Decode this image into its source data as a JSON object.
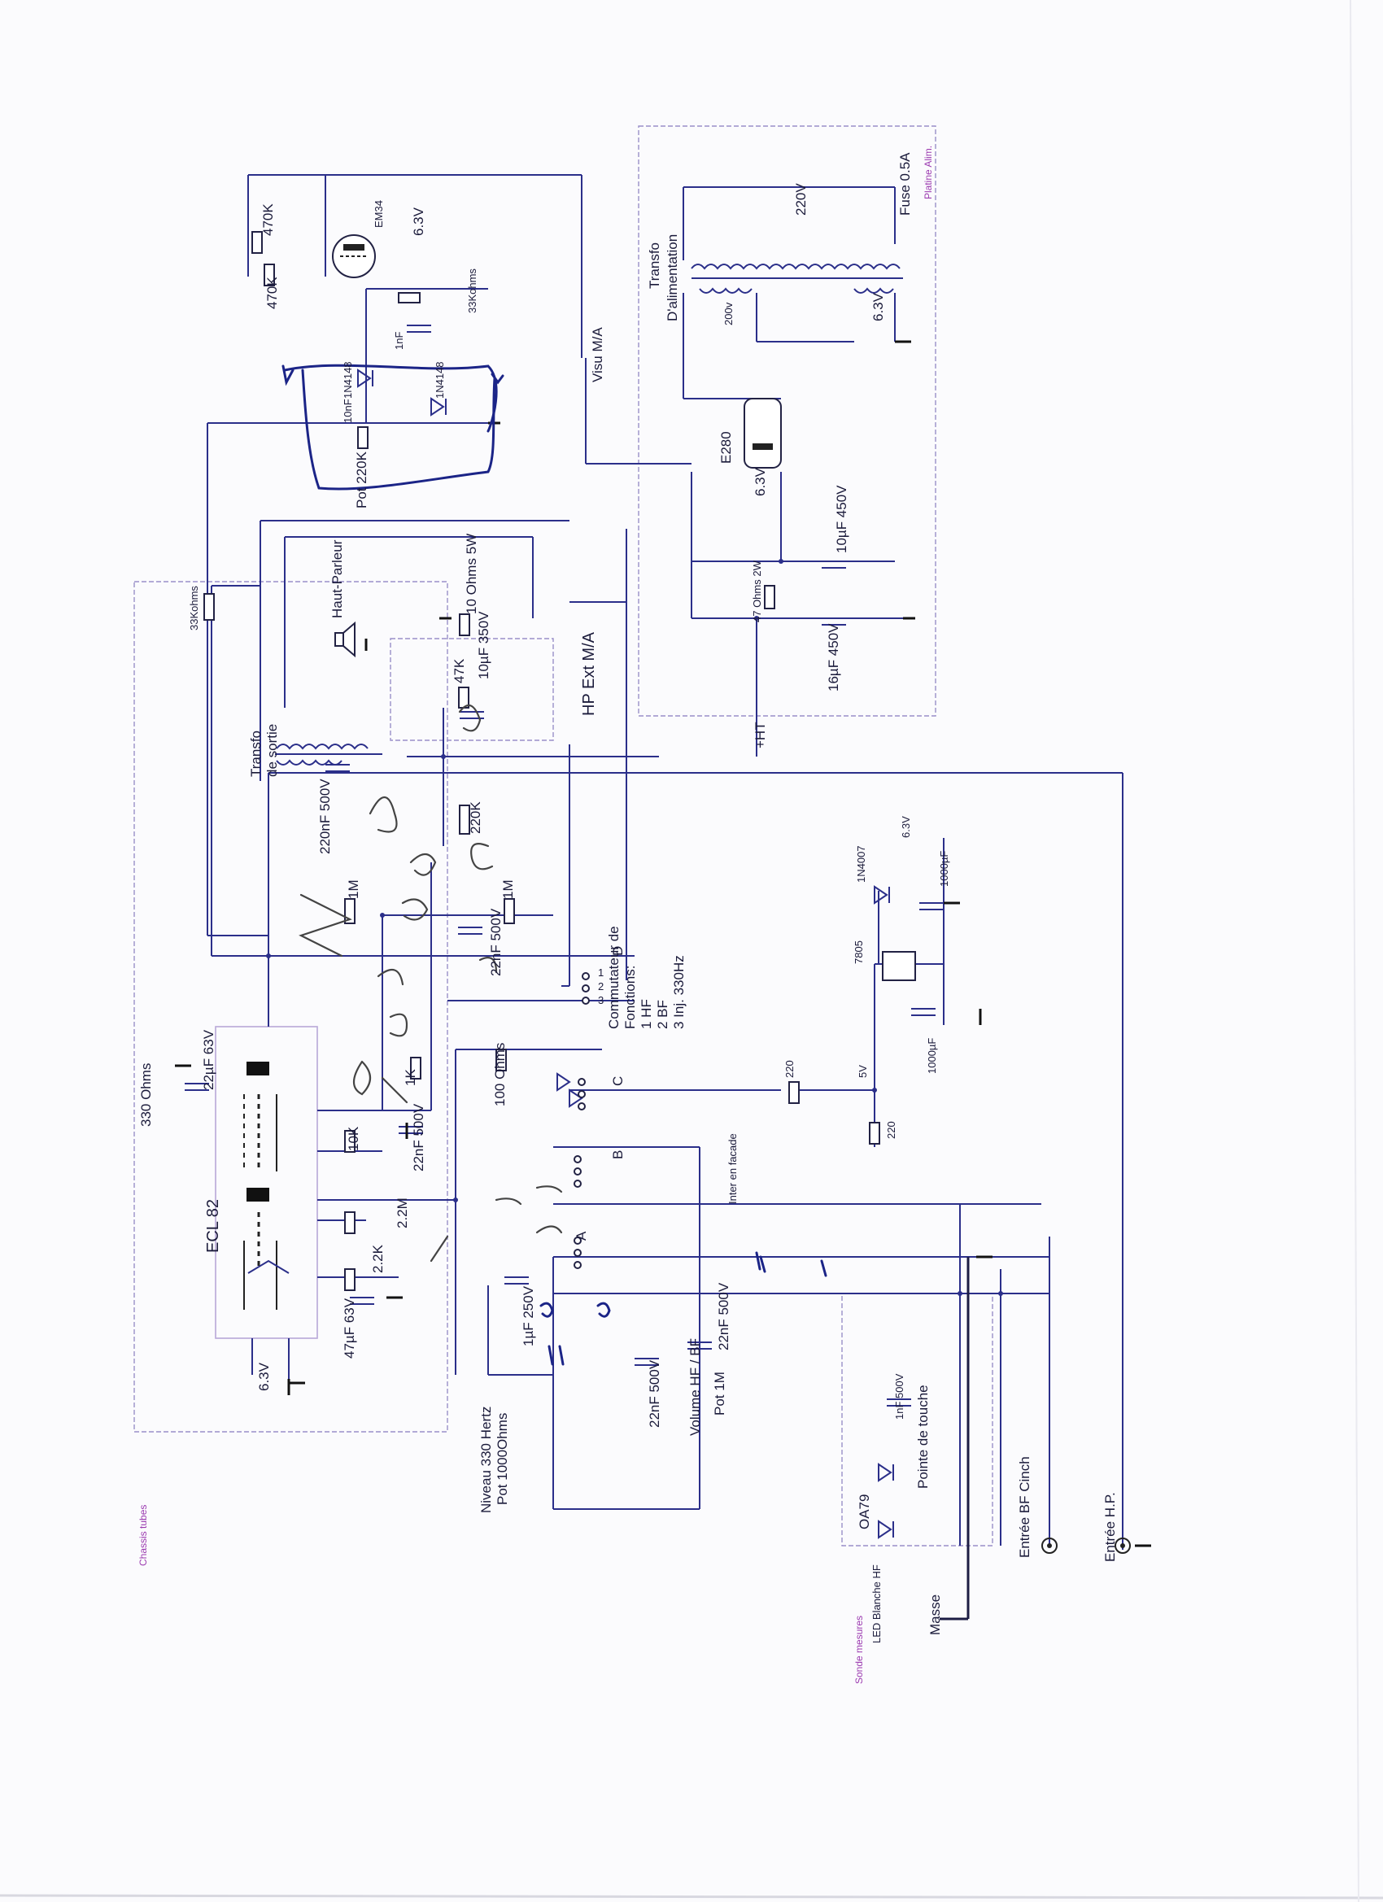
{
  "labels": {
    "chassis_tubes": "Chassis tubes",
    "sonde_mesures": "Sonde mesures",
    "platine_alim": "Platine Alim.",
    "ecl82": "ECL 82",
    "em34": "EM34",
    "e280": "E280",
    "r330": "330 Ohms",
    "c22uf63": "22µF 63V",
    "c47uf": "47µF 63V",
    "r22k": "2.2K",
    "r22m": "2.2M",
    "r10k": "10K",
    "r1k": "1K",
    "c22nf_a": "22nF 500V",
    "c22nf_b": "22nF 500V",
    "c220nf": "220nF 500V",
    "r1m_a": "1M",
    "r1m_b": "1M",
    "r220k": "220K",
    "r47k": "47K",
    "c10uf350": "10µF 350V",
    "transfo_sortie_1": "Transfo",
    "transfo_sortie_2": "de sortie",
    "haut_parleur": "Haut-Parleur",
    "r10ohms": "10 Ohms 5W",
    "hp_ext": "HP Ext M/A",
    "r33k_ohms": "33Kohms",
    "r470k_a": "470K",
    "r470k_b": "470K",
    "v63_a": "6.3V",
    "r33kohms_b": "33Kohms",
    "c1nf": "1nF",
    "c10nf": "10nF",
    "d1n4148_a": "1N4148",
    "d1n4148_b": "1N4148",
    "pot220k": "Pot 220K",
    "visu": "Visu M/A",
    "transfo_alim_1": "Transfo",
    "transfo_alim_2": "D'alimentation",
    "v220": "220V",
    "fuse": "Fuse 0.5A",
    "v200": "200v",
    "v63_b": "6.3V",
    "v63_c": "6.3V",
    "c10uf450": "10µF 450V",
    "r47ohms": "47 Ohms 2W",
    "c16uf450": "16µF 450V",
    "ht": "+HT",
    "v63_heater": "6.3V",
    "comm_1": "Commutateur de",
    "comm_2": "Fonctions:",
    "comm_3": "1 HF",
    "comm_4": "2 BF",
    "comm_5": "3 Inj. 330Hz",
    "r100ohms": "100 Ohms",
    "r220_a": "220",
    "r220_b": "220",
    "v5": "5V",
    "reg7805": "7805",
    "c1000uf_a": "1000µF",
    "c1000uf_b": "1000µF",
    "d1n4007": "1N4007",
    "v63_d": "6.3V",
    "inter_facade": "Inter en facade",
    "niveau_330": "Niveau 330 Hertz",
    "pot1000": "Pot 1000Ohms",
    "c1uf250": "1µF 250V",
    "c22nf_c": "22nF 500V",
    "c22nf_d": "22nF 500V",
    "volume": "Volume HF / BF",
    "pot1m": "Pot 1M",
    "oa79": "OA79",
    "c1nf500": "1nF 500V",
    "pointe": "Pointe de touche",
    "led": "LED Blanche HF",
    "masse": "Masse",
    "entree_bf": "Entrée BF Cinch",
    "entree_hp": "Entrée H.P.",
    "sw_a": "A",
    "sw_b": "B",
    "sw_c": "C",
    "sw_d": "D",
    "p1": "1",
    "p2": "2",
    "p3": "3"
  }
}
